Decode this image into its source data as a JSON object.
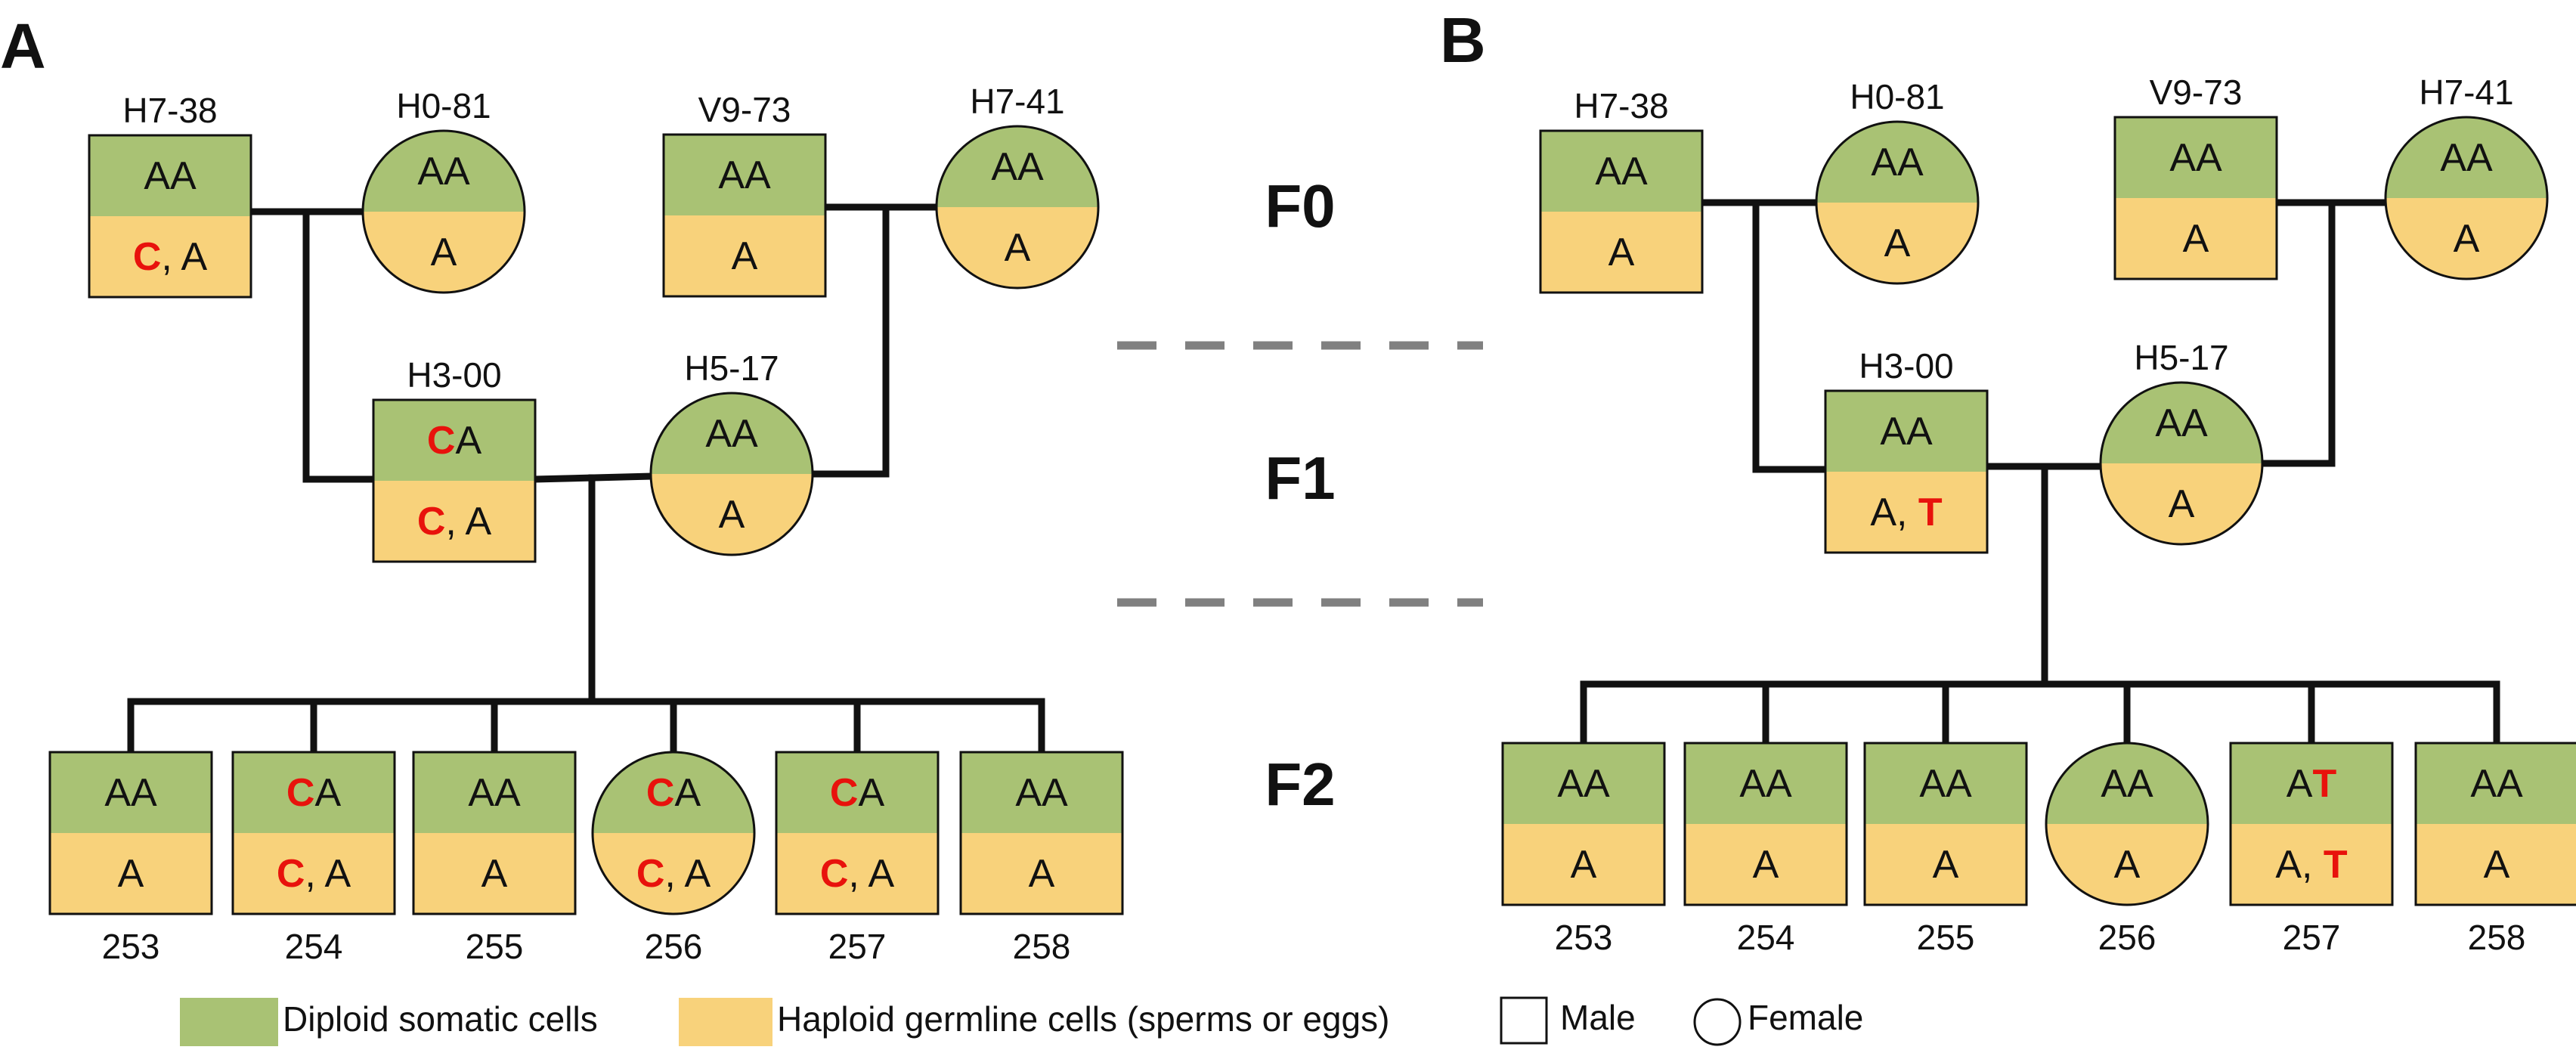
{
  "panels": {
    "A": {
      "label": "A",
      "individuals": {
        "f0_1": {
          "id": "H7-38",
          "somatic": [
            {
              "t": "AA",
              "red": false
            }
          ],
          "germline": [
            {
              "t": "C",
              "red": true
            },
            {
              "t": ", A",
              "red": false
            }
          ]
        },
        "f0_2": {
          "id": "H0-81",
          "somatic": [
            {
              "t": "AA",
              "red": false
            }
          ],
          "germline": [
            {
              "t": "A",
              "red": false
            }
          ]
        },
        "f0_3": {
          "id": "V9-73",
          "somatic": [
            {
              "t": "AA",
              "red": false
            }
          ],
          "germline": [
            {
              "t": "A",
              "red": false
            }
          ]
        },
        "f0_4": {
          "id": "H7-41",
          "somatic": [
            {
              "t": "AA",
              "red": false
            }
          ],
          "germline": [
            {
              "t": "A",
              "red": false
            }
          ]
        },
        "f1_m": {
          "id": "H3-00",
          "somatic": [
            {
              "t": "C",
              "red": true
            },
            {
              "t": "A",
              "red": false
            }
          ],
          "germline": [
            {
              "t": "C",
              "red": true
            },
            {
              "t": ", A",
              "red": false
            }
          ]
        },
        "f1_f": {
          "id": "H5-17",
          "somatic": [
            {
              "t": "AA",
              "red": false
            }
          ],
          "germline": [
            {
              "t": "A",
              "red": false
            }
          ]
        },
        "c1": {
          "id": "253",
          "somatic": [
            {
              "t": "AA",
              "red": false
            }
          ],
          "germline": [
            {
              "t": "A",
              "red": false
            }
          ]
        },
        "c2": {
          "id": "254",
          "somatic": [
            {
              "t": "C",
              "red": true
            },
            {
              "t": "A",
              "red": false
            }
          ],
          "germline": [
            {
              "t": "C",
              "red": true
            },
            {
              "t": ", A",
              "red": false
            }
          ]
        },
        "c3": {
          "id": "255",
          "somatic": [
            {
              "t": "AA",
              "red": false
            }
          ],
          "germline": [
            {
              "t": "A",
              "red": false
            }
          ]
        },
        "c4": {
          "id": "256",
          "somatic": [
            {
              "t": "C",
              "red": true
            },
            {
              "t": "A",
              "red": false
            }
          ],
          "germline": [
            {
              "t": "C",
              "red": true
            },
            {
              "t": ", A",
              "red": false
            }
          ]
        },
        "c5": {
          "id": "257",
          "somatic": [
            {
              "t": "C",
              "red": true
            },
            {
              "t": "A",
              "red": false
            }
          ],
          "germline": [
            {
              "t": "C",
              "red": true
            },
            {
              "t": ", A",
              "red": false
            }
          ]
        },
        "c6": {
          "id": "258",
          "somatic": [
            {
              "t": "AA",
              "red": false
            }
          ],
          "germline": [
            {
              "t": "A",
              "red": false
            }
          ]
        }
      }
    },
    "B": {
      "label": "B",
      "individuals": {
        "f0_1": {
          "id": "H7-38",
          "somatic": [
            {
              "t": "AA",
              "red": false
            }
          ],
          "germline": [
            {
              "t": "A",
              "red": false
            }
          ]
        },
        "f0_2": {
          "id": "H0-81",
          "somatic": [
            {
              "t": "AA",
              "red": false
            }
          ],
          "germline": [
            {
              "t": "A",
              "red": false
            }
          ]
        },
        "f0_3": {
          "id": "V9-73",
          "somatic": [
            {
              "t": "AA",
              "red": false
            }
          ],
          "germline": [
            {
              "t": "A",
              "red": false
            }
          ]
        },
        "f0_4": {
          "id": "H7-41",
          "somatic": [
            {
              "t": "AA",
              "red": false
            }
          ],
          "germline": [
            {
              "t": "A",
              "red": false
            }
          ]
        },
        "f1_m": {
          "id": "H3-00",
          "somatic": [
            {
              "t": "AA",
              "red": false
            }
          ],
          "germline": [
            {
              "t": "A, ",
              "red": false
            },
            {
              "t": "T",
              "red": true
            }
          ]
        },
        "f1_f": {
          "id": "H5-17",
          "somatic": [
            {
              "t": "AA",
              "red": false
            }
          ],
          "germline": [
            {
              "t": "A",
              "red": false
            }
          ]
        },
        "c1": {
          "id": "253",
          "somatic": [
            {
              "t": "AA",
              "red": false
            }
          ],
          "germline": [
            {
              "t": "A",
              "red": false
            }
          ]
        },
        "c2": {
          "id": "254",
          "somatic": [
            {
              "t": "AA",
              "red": false
            }
          ],
          "germline": [
            {
              "t": "A",
              "red": false
            }
          ]
        },
        "c3": {
          "id": "255",
          "somatic": [
            {
              "t": "AA",
              "red": false
            }
          ],
          "germline": [
            {
              "t": "A",
              "red": false
            }
          ]
        },
        "c4": {
          "id": "256",
          "somatic": [
            {
              "t": "AA",
              "red": false
            }
          ],
          "germline": [
            {
              "t": "A",
              "red": false
            }
          ]
        },
        "c5": {
          "id": "257",
          "somatic": [
            {
              "t": "A",
              "red": false
            },
            {
              "t": "T",
              "red": true
            }
          ],
          "germline": [
            {
              "t": "A, ",
              "red": false
            },
            {
              "t": "T",
              "red": true
            }
          ]
        },
        "c6": {
          "id": "258",
          "somatic": [
            {
              "t": "AA",
              "red": false
            }
          ],
          "germline": [
            {
              "t": "A",
              "red": false
            }
          ]
        }
      }
    }
  },
  "generations": {
    "f0": "F0",
    "f1": "F1",
    "f2": "F2"
  },
  "legend": {
    "somatic": "Diploid somatic cells",
    "germline": "Haploid germline cells (sperms or eggs)",
    "male": "Male",
    "female": "Female"
  },
  "colors": {
    "somatic": "#a9c274",
    "germline": "#f8d27b",
    "mutation": "#e8120c",
    "line": "#111111",
    "dash": "#808080"
  }
}
